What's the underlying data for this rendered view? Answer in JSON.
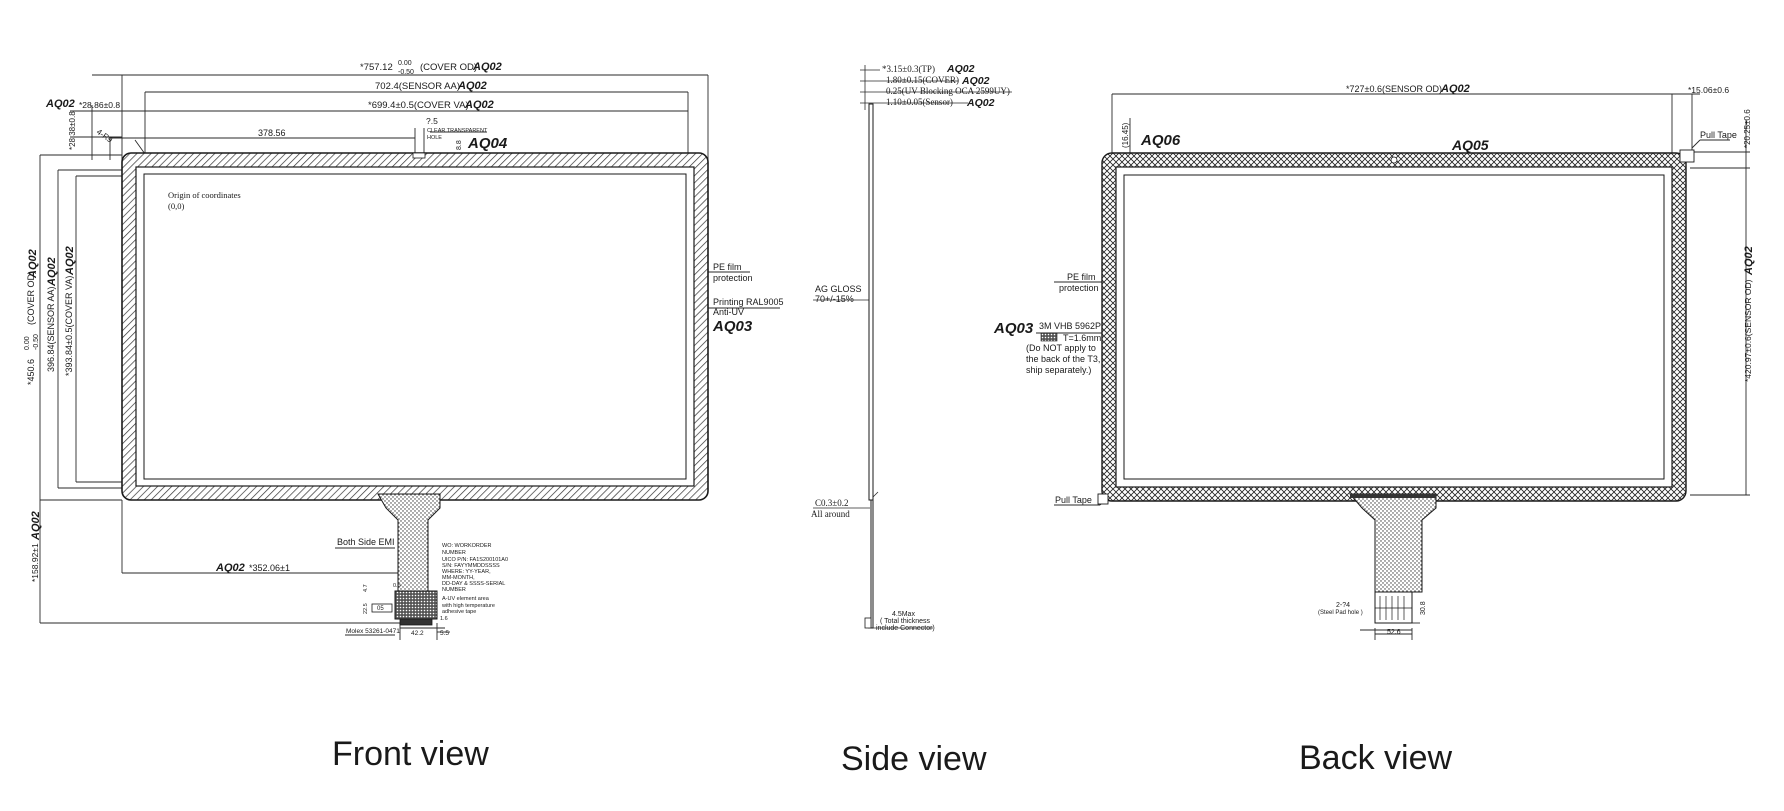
{
  "captions": {
    "front": "Front view",
    "side": "Side view",
    "back": "Back view"
  },
  "front": {
    "dim_cover_od_prefix": "*757.12",
    "dim_cover_od_tol_upper": "0.00",
    "dim_cover_od_tol_lower": "-0.50",
    "dim_cover_od_suffix": "(COVER OD)",
    "dim_sensor_aa": "702.4(SENSOR AA)",
    "dim_cover_va": "*699.4±0.5(COVER VA)",
    "dim_left_offset": "*28.86±0.8",
    "dim_top_offset": "*28.38±0.8",
    "dim_hole_x": "378.56",
    "dim_hole_dia": "?.5",
    "dim_hole_depth": "8.8",
    "hole_label_1": "CLEAR TRANSPARENT",
    "hole_label_2": "HOLE",
    "corner_radius": "4-R9",
    "origin_label": "Origin of coordinates",
    "origin_value": "(0,0)",
    "pe_film_1": "PE film",
    "pe_film_2": "protection",
    "printing_1": "Printing RAL9005",
    "printing_2": "Anti-UV",
    "dim_height_cover_od": "*450.6",
    "dim_height_tol_upper": "0.00",
    "dim_height_tol_lower": "-0.50",
    "dim_height_cover_od_suffix": "(COVER OD)",
    "dim_height_sensor_aa": "396.84(SENSOR AA)",
    "dim_height_cover_va": "*393.84±0.5(COVER VA)",
    "dim_fpc_length": "*158.92±1",
    "dim_fpc_offset": "*352.06±1",
    "emi_label": "Both Side EMI",
    "wo_1": "WO: WORKORDER",
    "wo_2": "NUMBER",
    "pn_1": "UICO P/N: FA1S200101A0",
    "pn_2": "S/N: FAYYMMDDSSSS",
    "pn_3": "WHERE: YY-YEAR,",
    "pn_4": "MM-MONTH,",
    "pn_5": "DD-DAY & SSSS-SERIAL",
    "pn_6": "NUMBER",
    "uv_1": "A-UV element area",
    "uv_2": "with high temperature",
    "uv_3": "adhesive tape",
    "molex": "Molex 53261-0471",
    "dim_conn_width": "42.2",
    "dim_conn_pitch": "5.5",
    "dim_small_1": "4.7",
    "dim_small_2": "22.5",
    "dim_small_3": "05",
    "dim_small_4": "0.5",
    "dim_small_5": "1.6"
  },
  "side": {
    "stack_1": "*3.15±0.3(TP)",
    "stack_2": "1.80±0.15(COVER)",
    "stack_3": "0.25(UV Blocking OCA 2599UY)",
    "stack_4": "1.10±0.05(Sensor)",
    "ag_1": "AG GLOSS",
    "ag_2": "70+/-15%",
    "chamfer_1": "C0.3±0.2",
    "chamfer_2": "All around",
    "max_1": "4.5Max",
    "max_2": "( Total thickness",
    "max_3": "include Connector)"
  },
  "back": {
    "dim_sensor_od": "*727±0.6(SENSOR OD)",
    "dim_right_offset": "*15.06±0.6",
    "dim_top_tab": "*20.25±0.6",
    "dim_left_tab": "(16.45)",
    "pull_tape_top": "Pull Tape",
    "pull_tape_bottom": "Pull Tape",
    "pe_film_1": "PE film",
    "pe_film_2": "protection",
    "vhb_1": "3M VHB 5962P",
    "vhb_thickness": "T=1.6mm",
    "vhb_note_1": "(Do NOT apply to",
    "vhb_note_2": "the back of the T3,",
    "vhb_note_3": "ship separately.)",
    "dim_height_sensor_od": "*420.97±0.6(SENSOR OD)",
    "steel_1": "2-?4",
    "steel_2": "(Steel Pad hole )",
    "dim_tail_width": "52.6",
    "dim_tail_height": "30.8"
  },
  "tags": {
    "aq02": "AQ02",
    "aq03": "AQ03",
    "aq04": "AQ04",
    "aq05": "AQ05",
    "aq06": "AQ06"
  }
}
